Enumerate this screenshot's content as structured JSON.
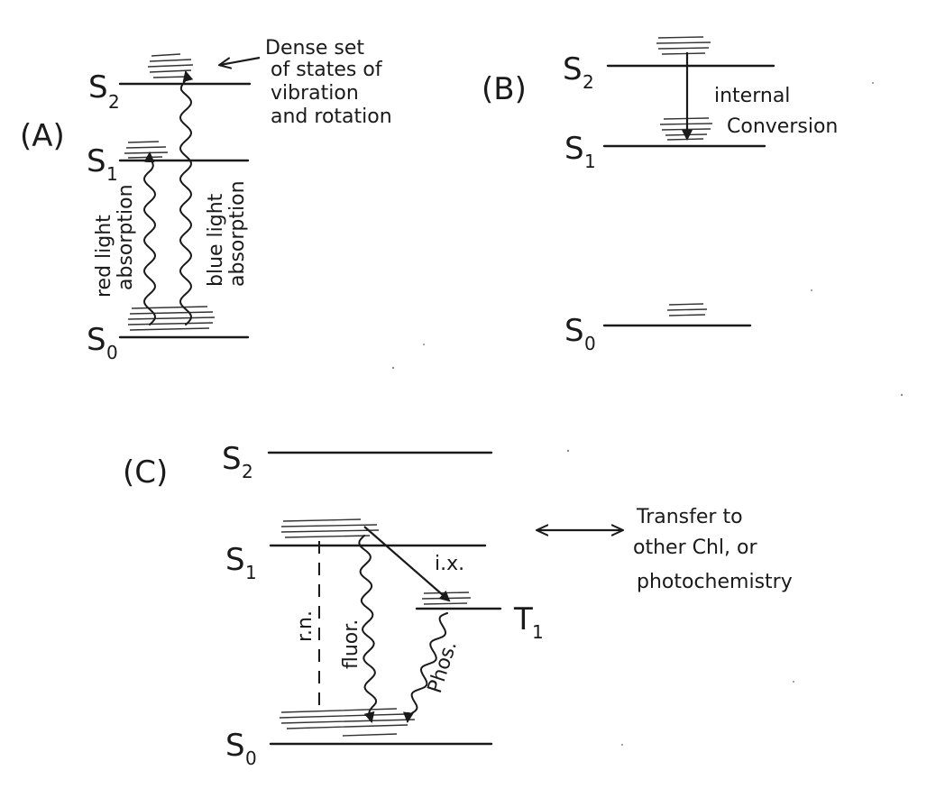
{
  "panel_a": {
    "label": "(A)",
    "s2": "S",
    "s2_sub": "2",
    "s1": "S",
    "s1_sub": "1",
    "s0": "S",
    "s0_sub": "0",
    "note": [
      "Dense set",
      "of states of",
      "vibration",
      "and rotation"
    ],
    "red_label": [
      "red light",
      "absorption"
    ],
    "blue_label": [
      "blue light",
      "absorption"
    ]
  },
  "panel_b": {
    "label": "(B)",
    "s2": "S",
    "s2_sub": "2",
    "s1": "S",
    "s1_sub": "1",
    "s0": "S",
    "s0_sub": "0",
    "arrow_label": [
      "internal",
      "Conversion"
    ]
  },
  "panel_c": {
    "label": "(C)",
    "s2": "S",
    "s2_sub": "2",
    "s1": "S",
    "s1_sub": "1",
    "s0": "S",
    "s0_sub": "0",
    "t1": "T",
    "t1_sub": "1",
    "isc_label": "i.x.",
    "rn_label": "r.n.",
    "fluor_label": "fluor.",
    "phos_label": "Phos.",
    "transfer_label": [
      "Transfer to",
      "other Chl, or",
      "photochemistry"
    ]
  }
}
